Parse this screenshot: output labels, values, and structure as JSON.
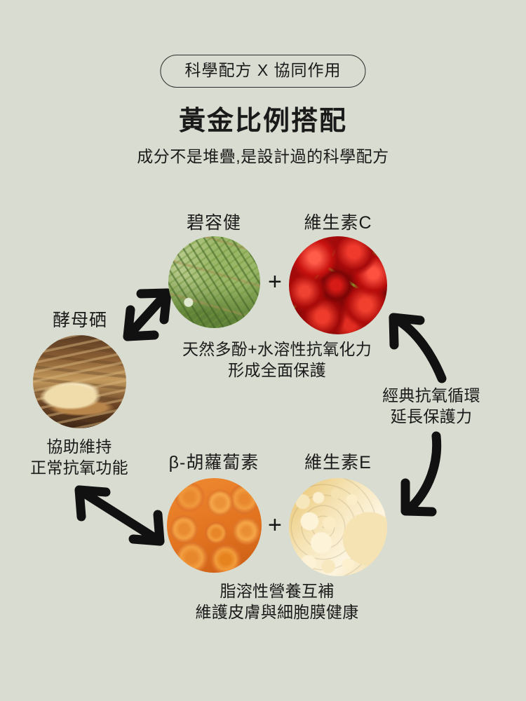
{
  "theme": {
    "background": "#d9dcd0",
    "text": "#1a1a1a",
    "outline": "#2b2b2b",
    "arrow": "#111111"
  },
  "header": {
    "badge": "科學配方 X 協同作用",
    "title": "黃金比例搭配",
    "subtitle": "成分不是堆疊,是設計過的科學配方"
  },
  "diagram": {
    "plus_symbol": "+",
    "nodes": [
      {
        "key": "pine",
        "label": "碧容健",
        "art": "art-pine"
      },
      {
        "key": "vitc",
        "label": "維生素C",
        "art": "art-cherry"
      },
      {
        "key": "selenium",
        "label": "酵母硒",
        "art": "art-yeast"
      },
      {
        "key": "betacar",
        "label": "β-胡蘿蔔素",
        "art": "art-carrot"
      },
      {
        "key": "vite",
        "label": "維生素E",
        "art": "art-oil"
      }
    ],
    "descriptions": {
      "top": {
        "line1": "天然多酚+水溶性抗氧化力",
        "line2": "形成全面保護"
      },
      "left": {
        "line1": "協助維持",
        "line2": "正常抗氧功能"
      },
      "right": {
        "line1": "經典抗氧循環",
        "line2": "延長保護力"
      },
      "bottom": {
        "line1": "脂溶性營養互補",
        "line2": "維護皮膚與細胞膜健康"
      }
    }
  }
}
